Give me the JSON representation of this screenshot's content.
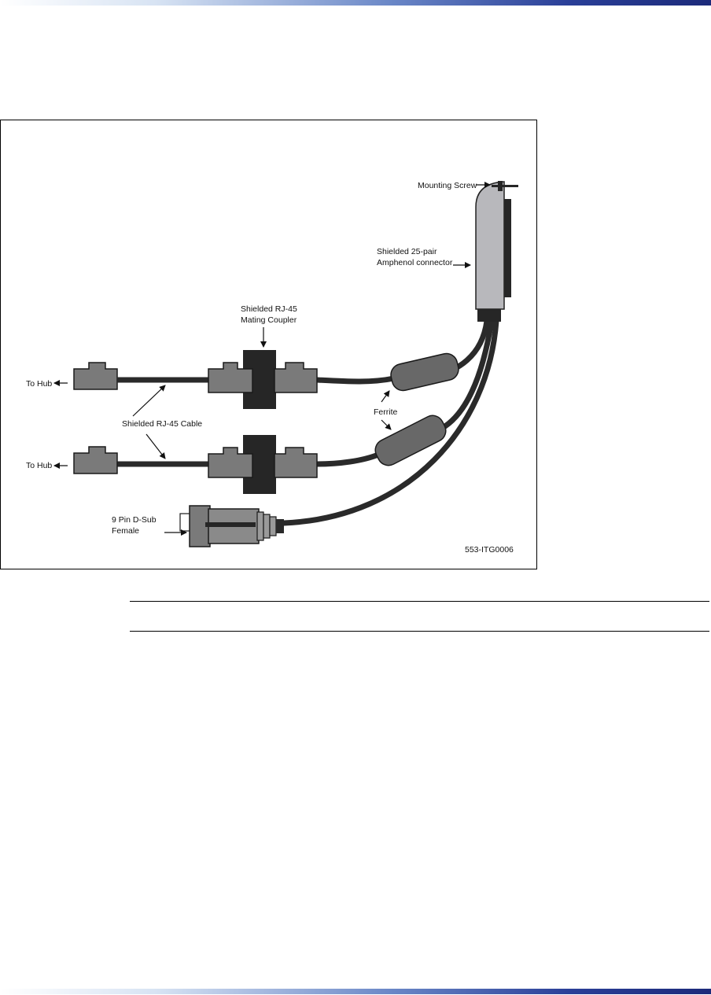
{
  "figure": {
    "labels": {
      "mounting_screw": "Mounting Screw",
      "amphenol_line1": "Shielded 25-pair",
      "amphenol_line2": "Amphenol connector",
      "coupler_line1": "Shielded RJ-45",
      "coupler_line2": "Mating Coupler",
      "to_hub_top": "To Hub",
      "to_hub_bottom": "To Hub",
      "cable": "Shielded RJ-45 Cable",
      "ferrite": "Ferrite",
      "dsub_line1": "9 Pin D-Sub",
      "dsub_line2": "Female",
      "figure_id": "553-ITG0006"
    },
    "colors": {
      "connector_gray": "#7a7a7a",
      "cable_dark": "#2a2a2a",
      "coupler_black": "#262626",
      "amphenol_body": "#b8b8bc",
      "ferrite_gray": "#686868"
    }
  }
}
